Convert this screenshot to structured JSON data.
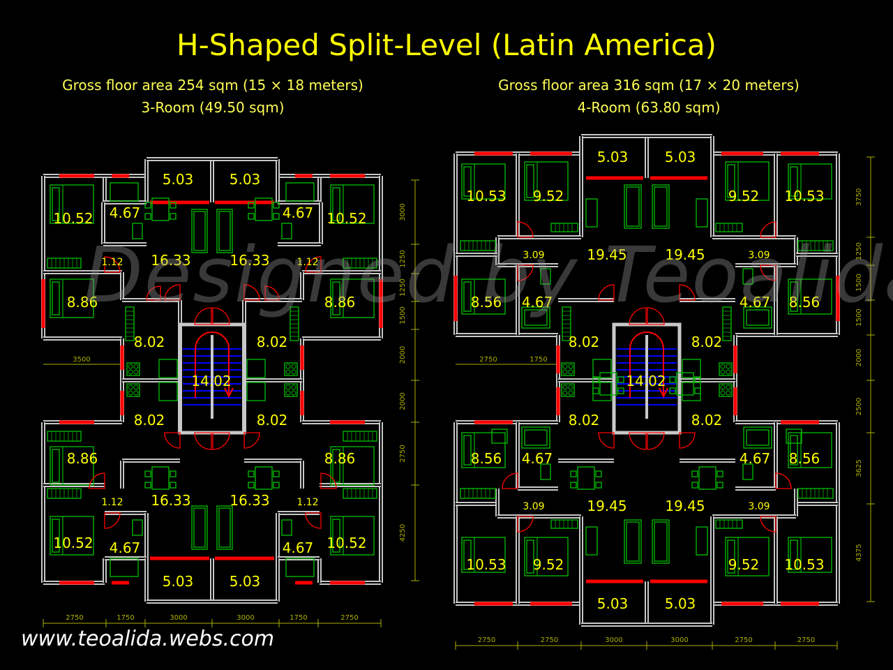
{
  "title": "H-Shaped Split-Level (Latin America)",
  "watermark": "Designed by Teoalida",
  "footer": "www.teoalida.webs.com",
  "colors": {
    "wall": "#c8c8c8",
    "furniture": "#00b400",
    "room_label": "#ffff00",
    "door": "#ff0000",
    "stairs": "#0000ff",
    "dimension": "#b0b000"
  },
  "left_plan": {
    "gross_area": "Gross floor area 254 sqm (15 × 18 meters)",
    "unit": "3-Room (49.50 sqm)",
    "rooms": {
      "balcony": "5.03",
      "bedroom_main": "10.52",
      "bathroom": "4.67",
      "hall": "1.12",
      "living": "16.33",
      "bedroom_small": "8.86",
      "kitchen": "8.02",
      "stair": "14.02"
    },
    "dims_bottom": [
      "2750",
      "1750",
      "3000",
      "3000",
      "1750",
      "2750"
    ],
    "dims_right": [
      "3000",
      "1250",
      "1250",
      "1500",
      "2000",
      "2000",
      "2750",
      "4250"
    ],
    "dim_left": "3500"
  },
  "right_plan": {
    "gross_area": "Gross floor area 316 sqm (17 × 20 meters)",
    "unit": "4-Room (63.80 sqm)",
    "rooms": {
      "balcony": "5.03",
      "bedroom_main": "10.53",
      "bedroom_2": "9.52",
      "hall": "3.09",
      "living": "19.45",
      "bedroom_small": "8.56",
      "bathroom": "4.67",
      "kitchen": "8.02",
      "stair": "14.02"
    },
    "dims_bottom": [
      "2750",
      "2750",
      "3000",
      "3000",
      "2750",
      "2750"
    ],
    "dims_right": [
      "3750",
      "1250",
      "1500",
      "1500",
      "2000",
      "2500",
      "3625",
      "4375"
    ],
    "dims_left": [
      "2750",
      "1750"
    ]
  }
}
